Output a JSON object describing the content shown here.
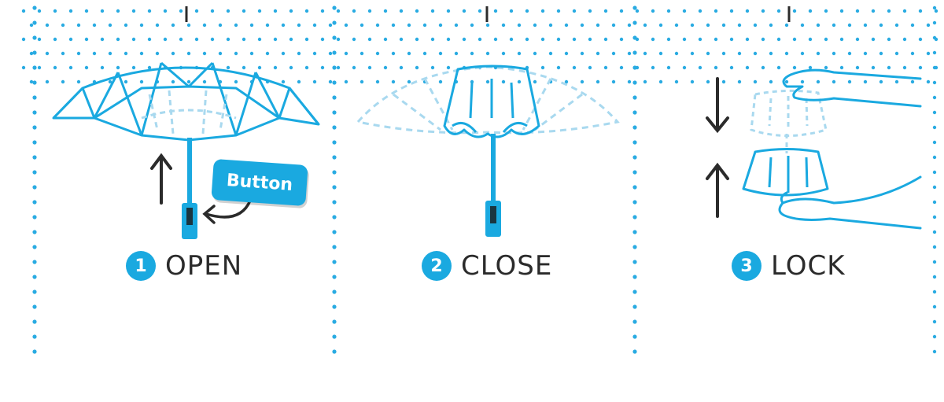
{
  "steps": [
    {
      "number": "1",
      "label": "OPEN"
    },
    {
      "number": "2",
      "label": "CLOSE"
    },
    {
      "number": "3",
      "label": "LOCK"
    }
  ],
  "callout": {
    "label": "Button"
  },
  "colors": {
    "accent": "#1aa9e0",
    "light_accent": "#a9d9ef",
    "dot": "#29abe2",
    "ink": "#2b2b2b"
  }
}
